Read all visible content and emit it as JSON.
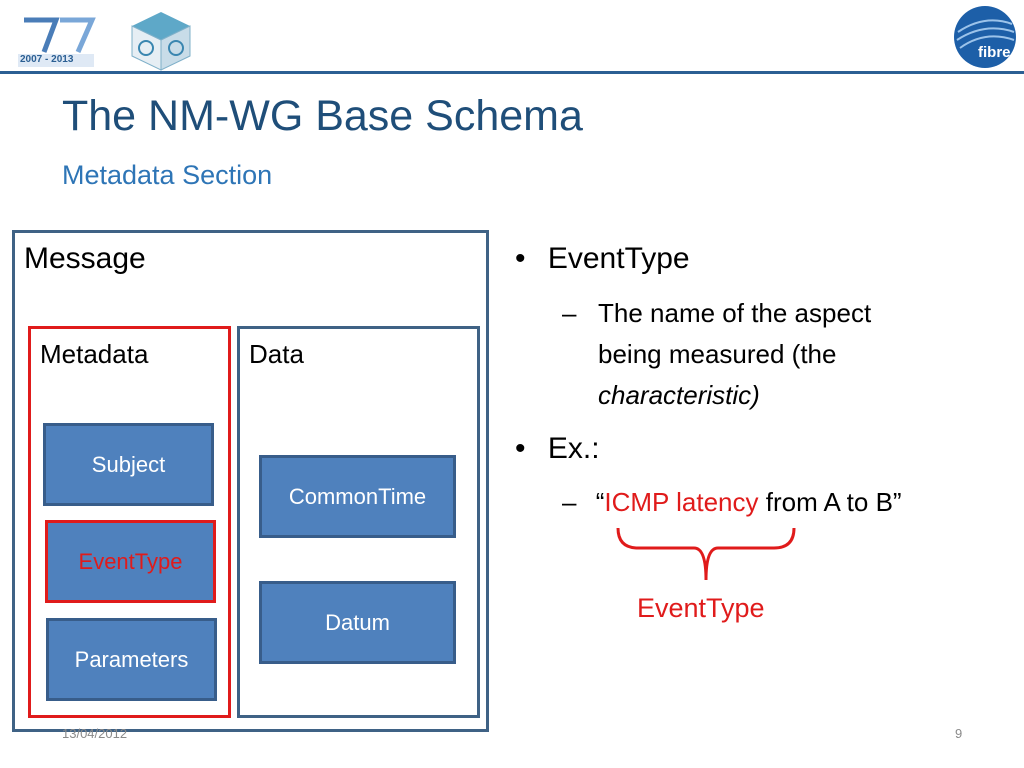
{
  "slide": {
    "title": "The NM-WG Base Schema",
    "subtitle": "Metadata Section",
    "date": "13/04/2012",
    "page_number": "9",
    "logos": {
      "fp7_years": "2007 - 2013",
      "fibre_label": "fibre"
    }
  },
  "diagram": {
    "message_label": "Message",
    "metadata_label": "Metadata",
    "data_label": "Data",
    "metadata_items": [
      "Subject",
      "EventType",
      "Parameters"
    ],
    "data_items": [
      "CommonTime",
      "Datum"
    ]
  },
  "bullets": {
    "b1": "EventType",
    "b1_sub_line1": "The name of the aspect",
    "b1_sub_line2": "being measured (the",
    "b1_sub_line3": "characteristic)",
    "b2": "Ex.:",
    "b2_open_quote": "“",
    "b2_highlight": "ICMP latency",
    "b2_rest": " from A to B”",
    "brace_label": "EventType",
    "bullet_char": "•",
    "dash_char": "–"
  },
  "colors": {
    "accent": "#1f4e79",
    "subtitle": "#2e75b6",
    "highlight": "#e01b1b",
    "box_fill": "#4f81bd"
  }
}
